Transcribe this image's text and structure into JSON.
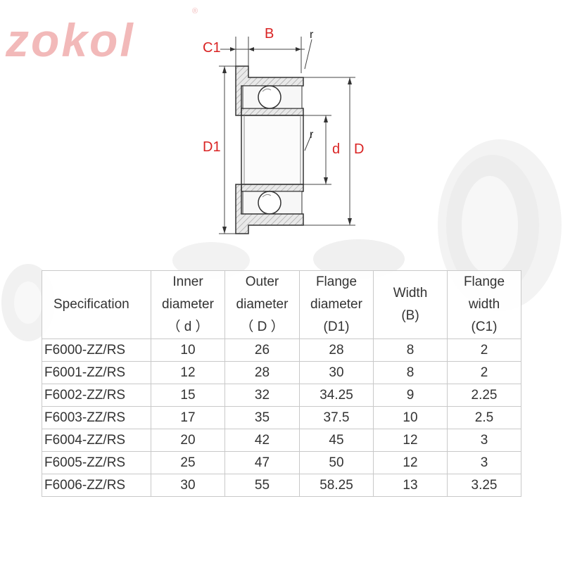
{
  "brand": {
    "logo": "zokol",
    "registered": "®"
  },
  "diagram_labels": {
    "c1": "C1",
    "b": "B",
    "r_top": "r",
    "r_mid": "r",
    "d1": "D1",
    "d": "d",
    "d_outer": "D"
  },
  "table": {
    "headers": [
      {
        "line1": "Specification",
        "line2": "",
        "line3": ""
      },
      {
        "line1": "Inner",
        "line2": "diameter",
        "line3": "（ d ）"
      },
      {
        "line1": "Outer",
        "line2": "diameter",
        "line3": "（ D ）"
      },
      {
        "line1": "Flange",
        "line2": "diameter",
        "line3": "(D1)"
      },
      {
        "line1": "Width",
        "line2": "(B)",
        "line3": ""
      },
      {
        "line1": "Flange",
        "line2": "width",
        "line3": "(C1)"
      }
    ],
    "rows": [
      [
        "F6000-ZZ/RS",
        "10",
        "26",
        "28",
        "8",
        "2"
      ],
      [
        "F6001-ZZ/RS",
        "12",
        "28",
        "30",
        "8",
        "2"
      ],
      [
        "F6002-ZZ/RS",
        "15",
        "32",
        "34.25",
        "9",
        "2.25"
      ],
      [
        "F6003-ZZ/RS",
        "17",
        "35",
        "37.5",
        "10",
        "2.5"
      ],
      [
        "F6004-ZZ/RS",
        "20",
        "42",
        "45",
        "12",
        "3"
      ],
      [
        "F6005-ZZ/RS",
        "25",
        "47",
        "50",
        "12",
        "3"
      ],
      [
        "F6006-ZZ/RS",
        "30",
        "55",
        "58.25",
        "13",
        "3.25"
      ]
    ]
  },
  "colors": {
    "label_red": "#d92323",
    "logo_pink": "#f2b9b9",
    "grid": "#c9c9c9"
  }
}
